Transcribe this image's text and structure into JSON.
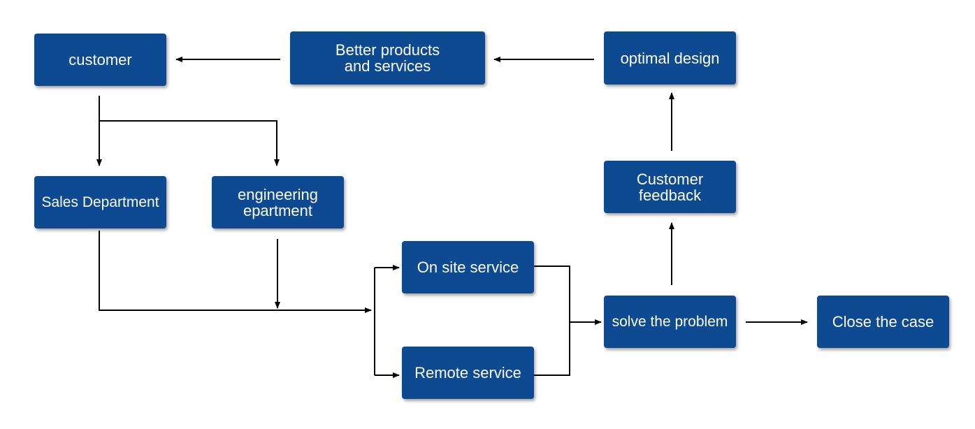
{
  "nodes": {
    "customer": "customer",
    "better_products": "Better products\nand services",
    "optimal_design": "optimal design",
    "sales_department": "Sales Department",
    "engineering_department": "engineering\nepartment",
    "customer_feedback": "Customer\nfeedback",
    "on_site_service": "On site service",
    "remote_service": "Remote service",
    "solve_the_problem": "solve the problem",
    "close_the_case": "Close the case"
  },
  "colors": {
    "box_fill": "#0d4a92",
    "box_text": "#ffffff",
    "connector": "#000000"
  }
}
